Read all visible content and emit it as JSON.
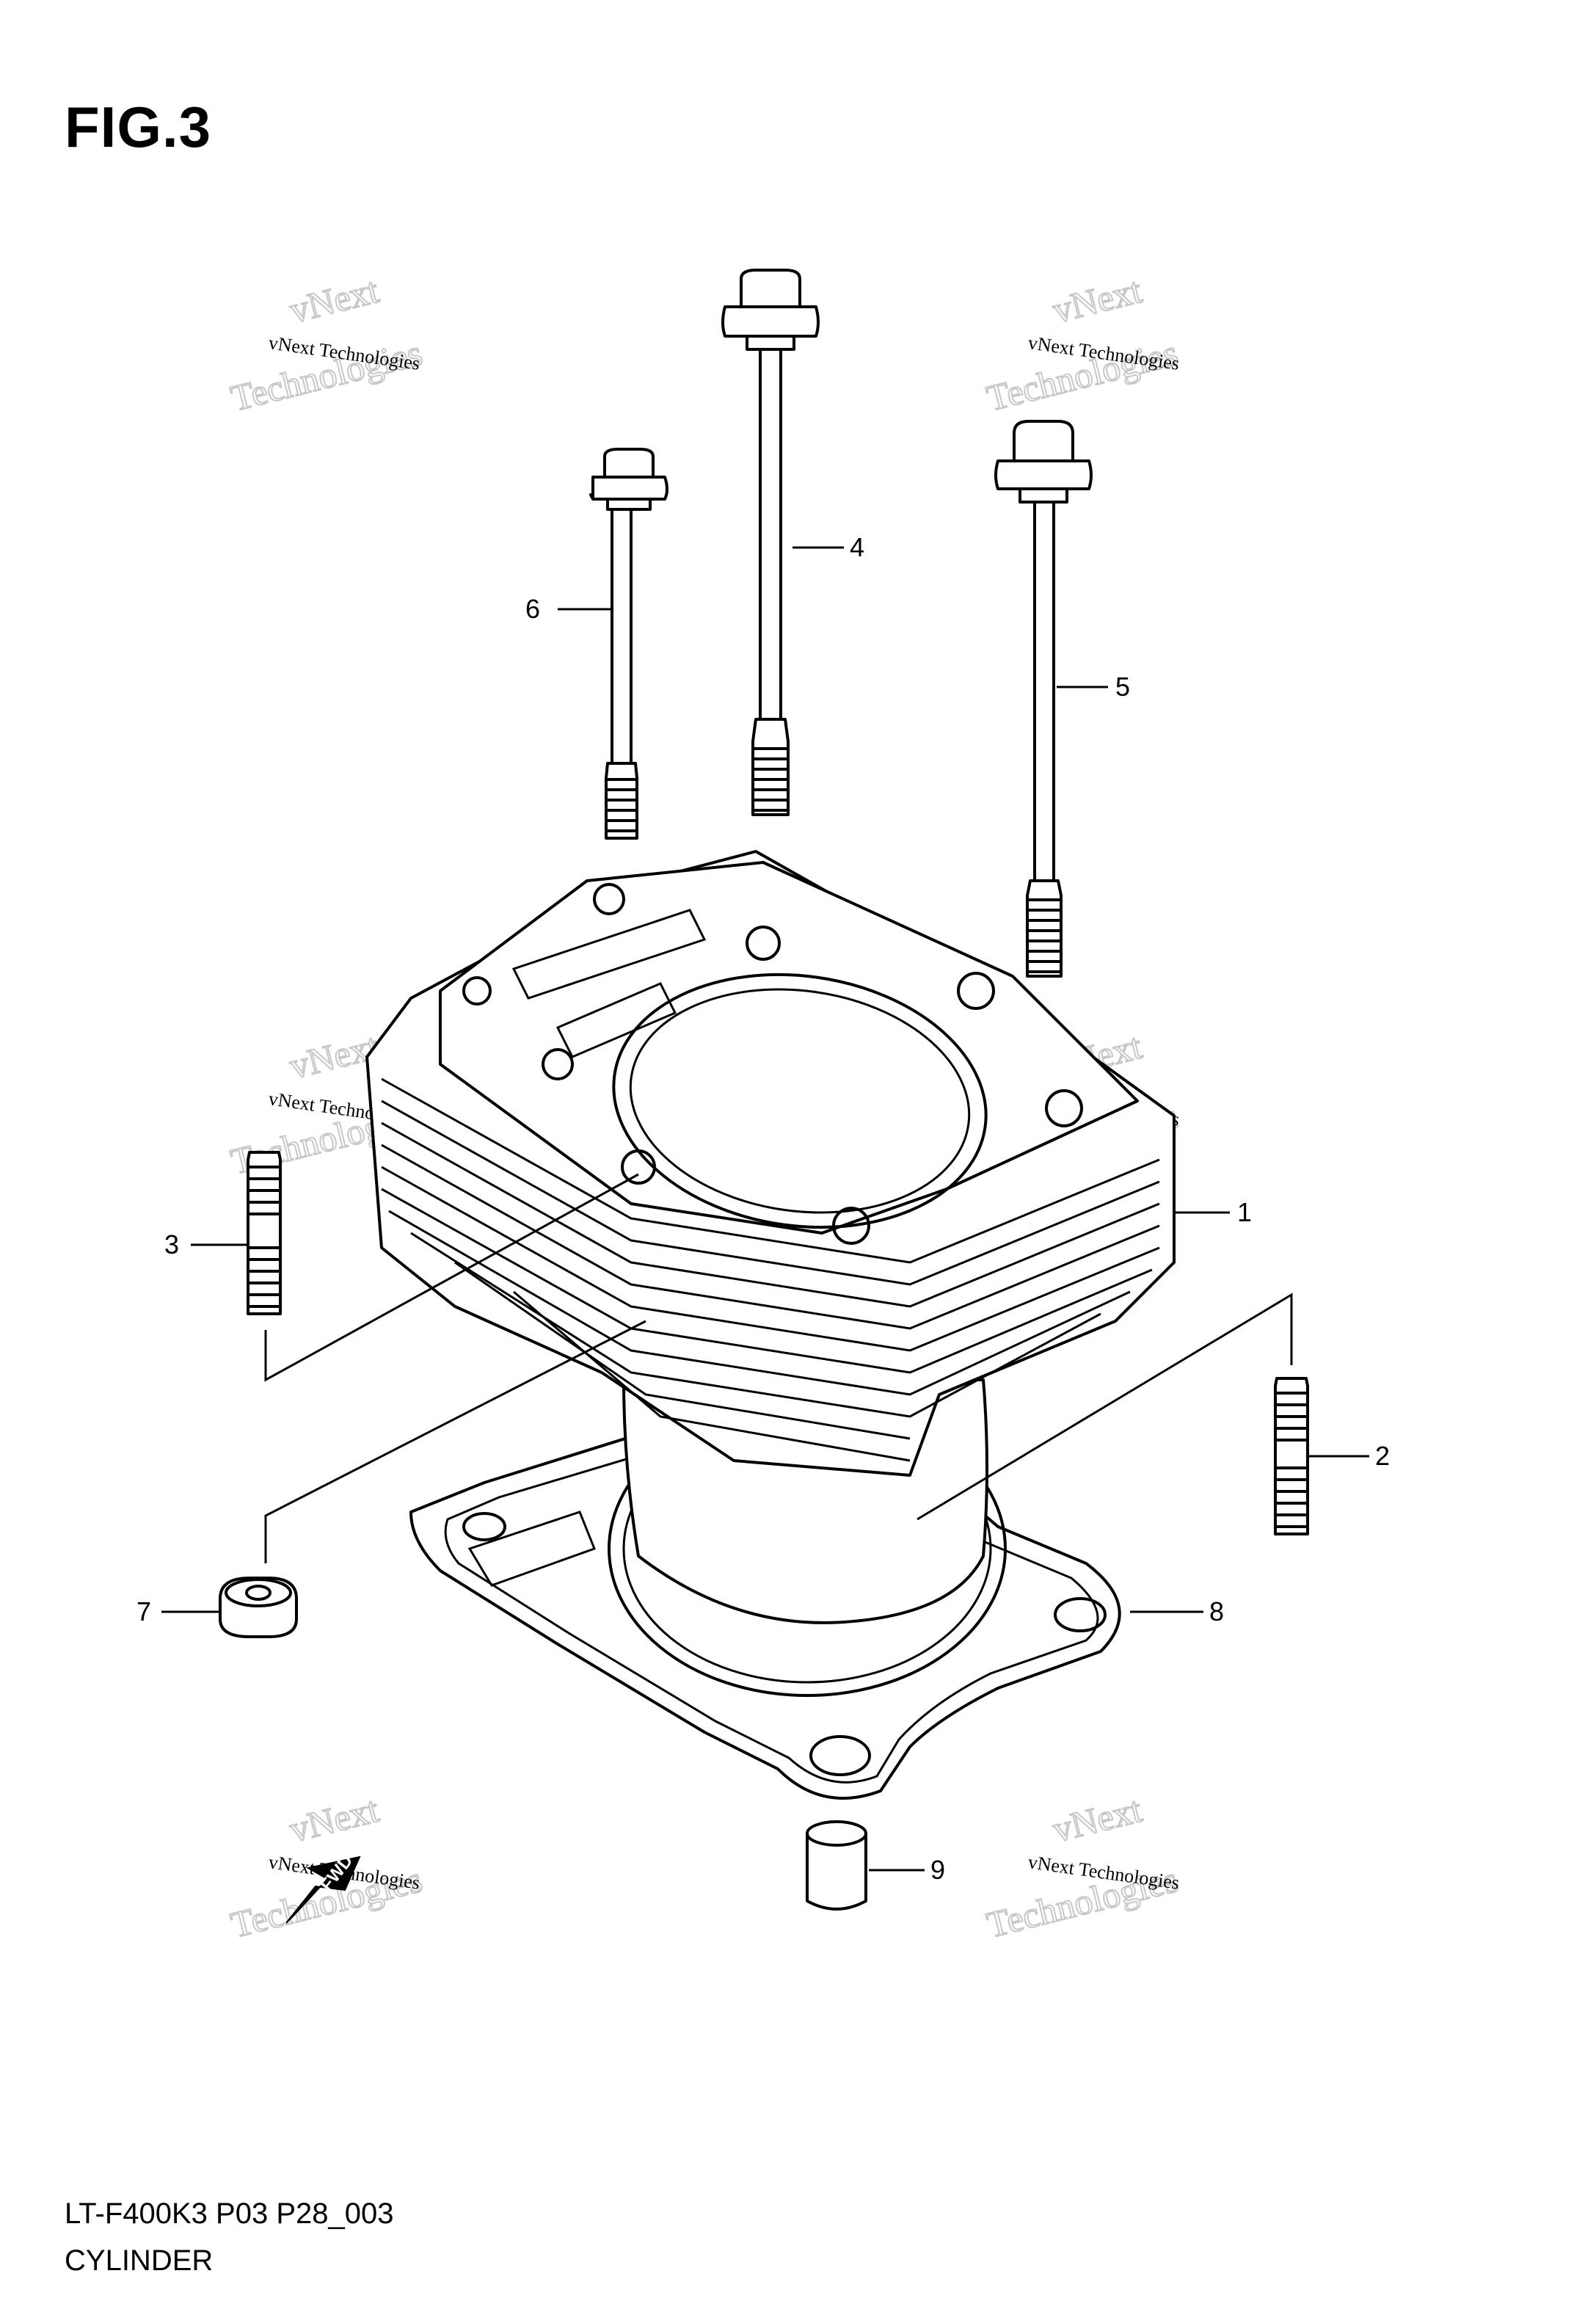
{
  "figure": {
    "title": "FIG.3"
  },
  "callouts": [
    "1",
    "2",
    "3",
    "4",
    "5",
    "6",
    "7",
    "8",
    "9"
  ],
  "footer": {
    "code": "LT-F400K3 P03 P28_003",
    "name": "CYLINDER"
  },
  "watermark": {
    "small": "vNext Technologies",
    "big": "Technologies",
    "top": "vNext"
  },
  "badge": {
    "label": "FWD"
  }
}
